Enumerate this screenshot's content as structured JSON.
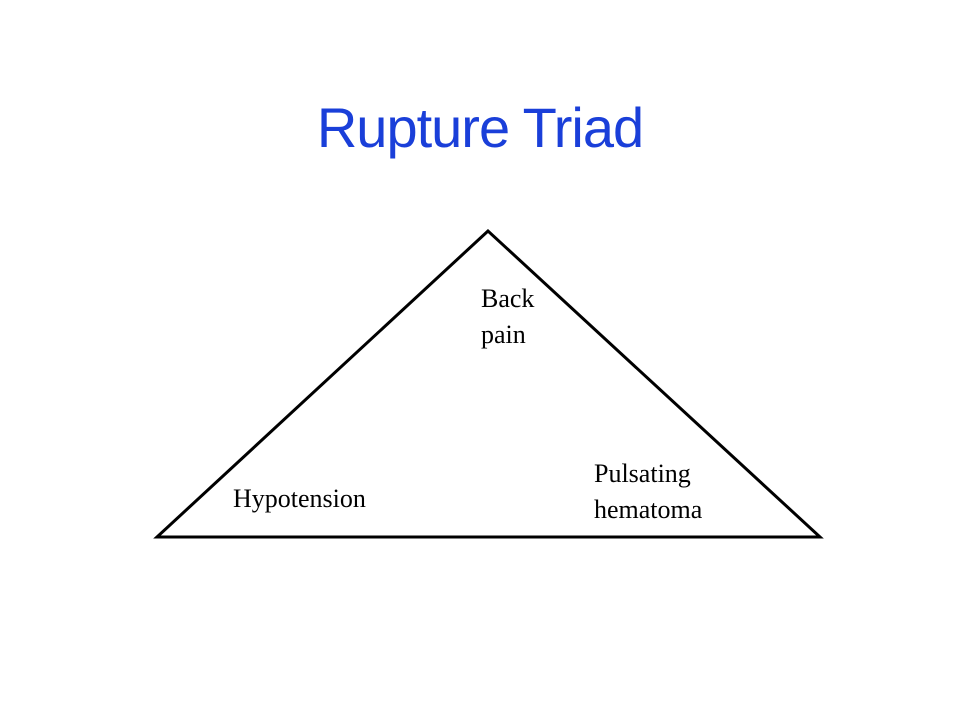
{
  "title": "Rupture Triad",
  "colors": {
    "title": "#1a3fd9",
    "line": "#000000",
    "background": "#ffffff"
  },
  "triad": {
    "top_label_line1": "Back",
    "top_label_line2": "pain",
    "left_label": "Hypotension",
    "right_label_line1": "Pulsating",
    "right_label_line2": "hematoma"
  }
}
